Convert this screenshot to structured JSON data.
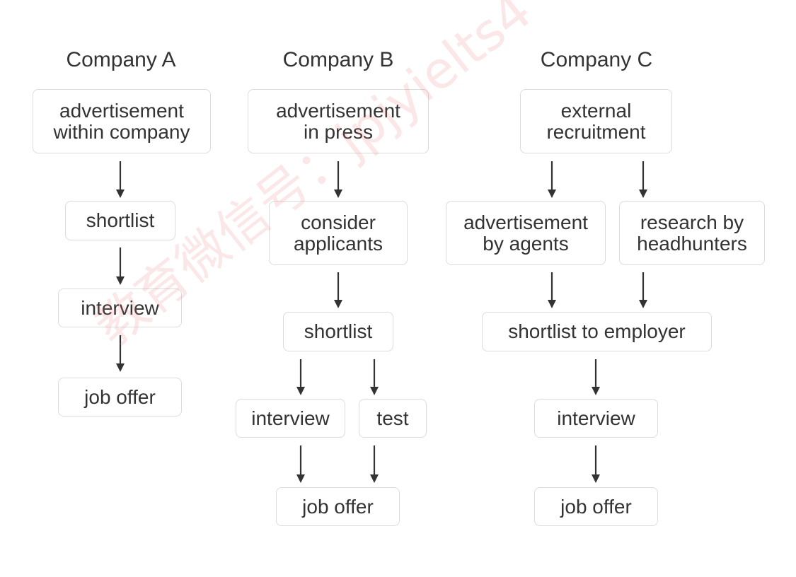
{
  "columns": [
    {
      "title": "Company A",
      "nodes": [
        {
          "id": "a1",
          "label": "advertisement\nwithin company"
        },
        {
          "id": "a2",
          "label": "shortlist"
        },
        {
          "id": "a3",
          "label": "interview"
        },
        {
          "id": "a4",
          "label": "job offer"
        }
      ]
    },
    {
      "title": "Company B",
      "nodes": [
        {
          "id": "b1",
          "label": "advertisement\nin press"
        },
        {
          "id": "b2",
          "label": "consider\napplicants"
        },
        {
          "id": "b3",
          "label": "shortlist"
        },
        {
          "id": "b4",
          "label": "interview"
        },
        {
          "id": "b5",
          "label": "test"
        },
        {
          "id": "b6",
          "label": "job offer"
        }
      ]
    },
    {
      "title": "Company C",
      "nodes": [
        {
          "id": "c1",
          "label": "external\nrecruitment"
        },
        {
          "id": "c2",
          "label": "advertisement\nby agents"
        },
        {
          "id": "c3",
          "label": "research by\nheadhunters"
        },
        {
          "id": "c4",
          "label": "shortlist to employer"
        },
        {
          "id": "c5",
          "label": "interview"
        },
        {
          "id": "c6",
          "label": "job offer"
        }
      ]
    }
  ],
  "edges": [
    [
      "a1",
      "a2"
    ],
    [
      "a2",
      "a3"
    ],
    [
      "a3",
      "a4"
    ],
    [
      "b1",
      "b2"
    ],
    [
      "b2",
      "b3"
    ],
    [
      "b3",
      "b4"
    ],
    [
      "b3",
      "b5"
    ],
    [
      "b4",
      "b6"
    ],
    [
      "b5",
      "b6"
    ],
    [
      "c1",
      "c2"
    ],
    [
      "c1",
      "c3"
    ],
    [
      "c2",
      "c4"
    ],
    [
      "c3",
      "c4"
    ],
    [
      "c4",
      "c5"
    ],
    [
      "c5",
      "c6"
    ]
  ],
  "watermark": "教育微信号：jpjyielts4"
}
